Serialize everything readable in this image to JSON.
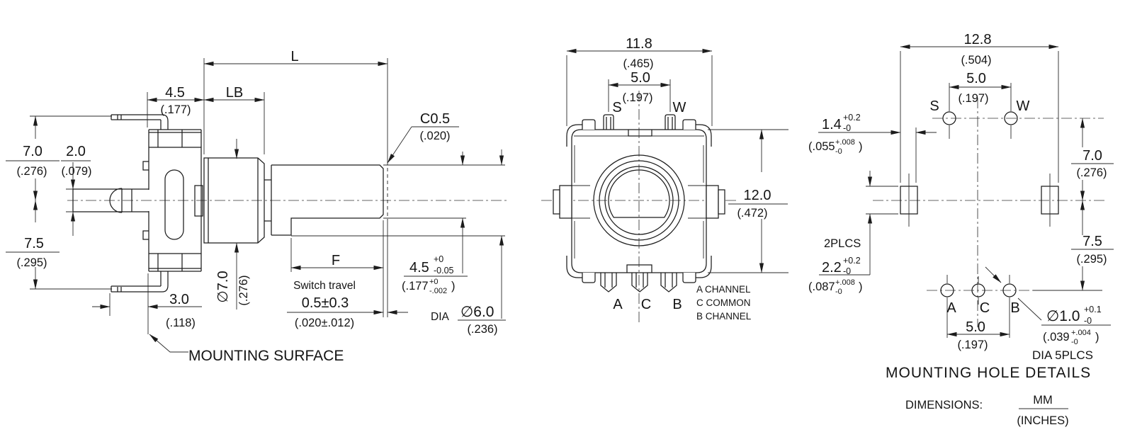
{
  "sv": {
    "L": "L",
    "LB": "LB",
    "F": "F",
    "depth_mm": "4.5",
    "depth_in": "(.177)",
    "up_mm": "7.0",
    "up_in": "(.276)",
    "pin_mm": "2.0",
    "pin_in": "(.079)",
    "down_mm": "7.5",
    "down_in": "(.295)",
    "leg_mm": "3.0",
    "leg_in": "(.118)",
    "bush_mm": "∅7.0",
    "bush_in": "(.276)",
    "travel_label": "Switch travel",
    "travel_mm": "0.5±0.3",
    "travel_in": "(.020±.012)",
    "chamfer_mm": "C0.5",
    "chamfer_in": "(.020)",
    "flat_mm": "4.5",
    "flat_sup": "+0",
    "flat_sub": "-0.05",
    "flat_in": "(.177",
    "flat_in_sup": "+0",
    "flat_in_sub": "-.002",
    "flat_in_end": ")",
    "dia_word": "DIA",
    "shaft_mm": "∅6.0",
    "shaft_in": "(.236)",
    "mounting": "MOUNTING SURFACE"
  },
  "fv": {
    "width_mm": "11.8",
    "width_in": "(.465)",
    "pins_mm": "5.0",
    "pins_in": "(.197)",
    "s": "S",
    "w": "W",
    "height_mm": "12.0",
    "height_in": "(.472)",
    "a": "A",
    "c": "C",
    "b": "B",
    "legend1": "A CHANNEL",
    "legend2": "C COMMON",
    "legend3": "B CHANNEL"
  },
  "mv": {
    "width_mm": "12.8",
    "width_in": "(.504)",
    "top_mm": "5.0",
    "top_in": "(.197)",
    "s": "S",
    "w": "W",
    "slotw_mm": "1.4",
    "slotw_sup": "+0.2",
    "slotw_sub": "-0",
    "slotw_in": "(.055",
    "slotw_in_sup": "+.008",
    "slotw_in_sub": "-0",
    "slotw_in_end": ")",
    "plcs": "2PLCS",
    "sloth_mm": "2.2",
    "sloth_sup": "+0.2",
    "sloth_sub": "-0",
    "sloth_in": "(.087",
    "sloth_in_sup": "+.008",
    "sloth_in_sub": "-0",
    "sloth_in_end": ")",
    "up_mm": "7.0",
    "up_in": "(.276)",
    "down_mm": "7.5",
    "down_in": "(.295)",
    "a": "A",
    "c": "C",
    "b": "B",
    "bottom_mm": "5.0",
    "bottom_in": "(.197)",
    "hole_mm": "∅1.0",
    "hole_sup": "+0.1",
    "hole_sub": "-0",
    "hole_in": "(.039",
    "hole_in_sup": "+.004",
    "hole_in_sub": "-0",
    "hole_in_end": ")",
    "hole_note": "DIA 5PLCS",
    "title": "MOUNTING HOLE DETAILS"
  },
  "ft": {
    "label": "DIMENSIONS:",
    "top": "MM",
    "bottom": "(INCHES)"
  }
}
